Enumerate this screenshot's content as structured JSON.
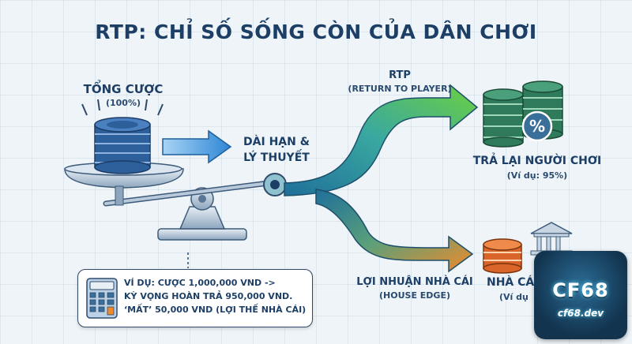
{
  "title": "RTP: CHỈ SỐ SỐNG CÒN CỦA DÂN CHƠI",
  "total_bet": {
    "label": "TỔNG CƯỢC",
    "percent": "(100%)"
  },
  "long_term": {
    "line1": "DÀI HẠN &",
    "line2": "LÝ THUYẾT"
  },
  "rtp": {
    "label": "RTP",
    "sub": "(RETURN TO PLAYER)"
  },
  "return_player": {
    "label": "TRẢ LẠI NGƯỜI CHƠI",
    "example": "(Ví dụ: 95%)"
  },
  "house_edge": {
    "label": "LỢI NHUẬN NHÀ CÁI",
    "sub": "(HOUSE EDGE)"
  },
  "house": {
    "label": "NHÀ CÁ",
    "example": "(Ví dụ"
  },
  "example": {
    "line1": "VÍ DỤ: CƯỢC 1,000,000 VND ->",
    "line2": "KỲ VỌNG HOÀN TRẢ 950,000 VND.",
    "line3": "‘MẤT’ 50,000 VND (LỢI THẾ NHÀ CÁI)"
  },
  "percent_symbol": "%",
  "logo": {
    "main": "CF68",
    "sub": "cf68.dev"
  },
  "colors": {
    "title": "#1d3f66",
    "arrow_blue": "#2e86d6",
    "arrow_green": "#58c24a",
    "arrow_orange": "#f08a2a",
    "chip_blue": "#2d5f9a",
    "chip_green": "#2f7a5a",
    "chip_orange": "#d9652a"
  },
  "icons": [
    "chip-stack-icon",
    "scale-icon",
    "calculator-icon",
    "bank-icon",
    "percent-badge-icon"
  ]
}
